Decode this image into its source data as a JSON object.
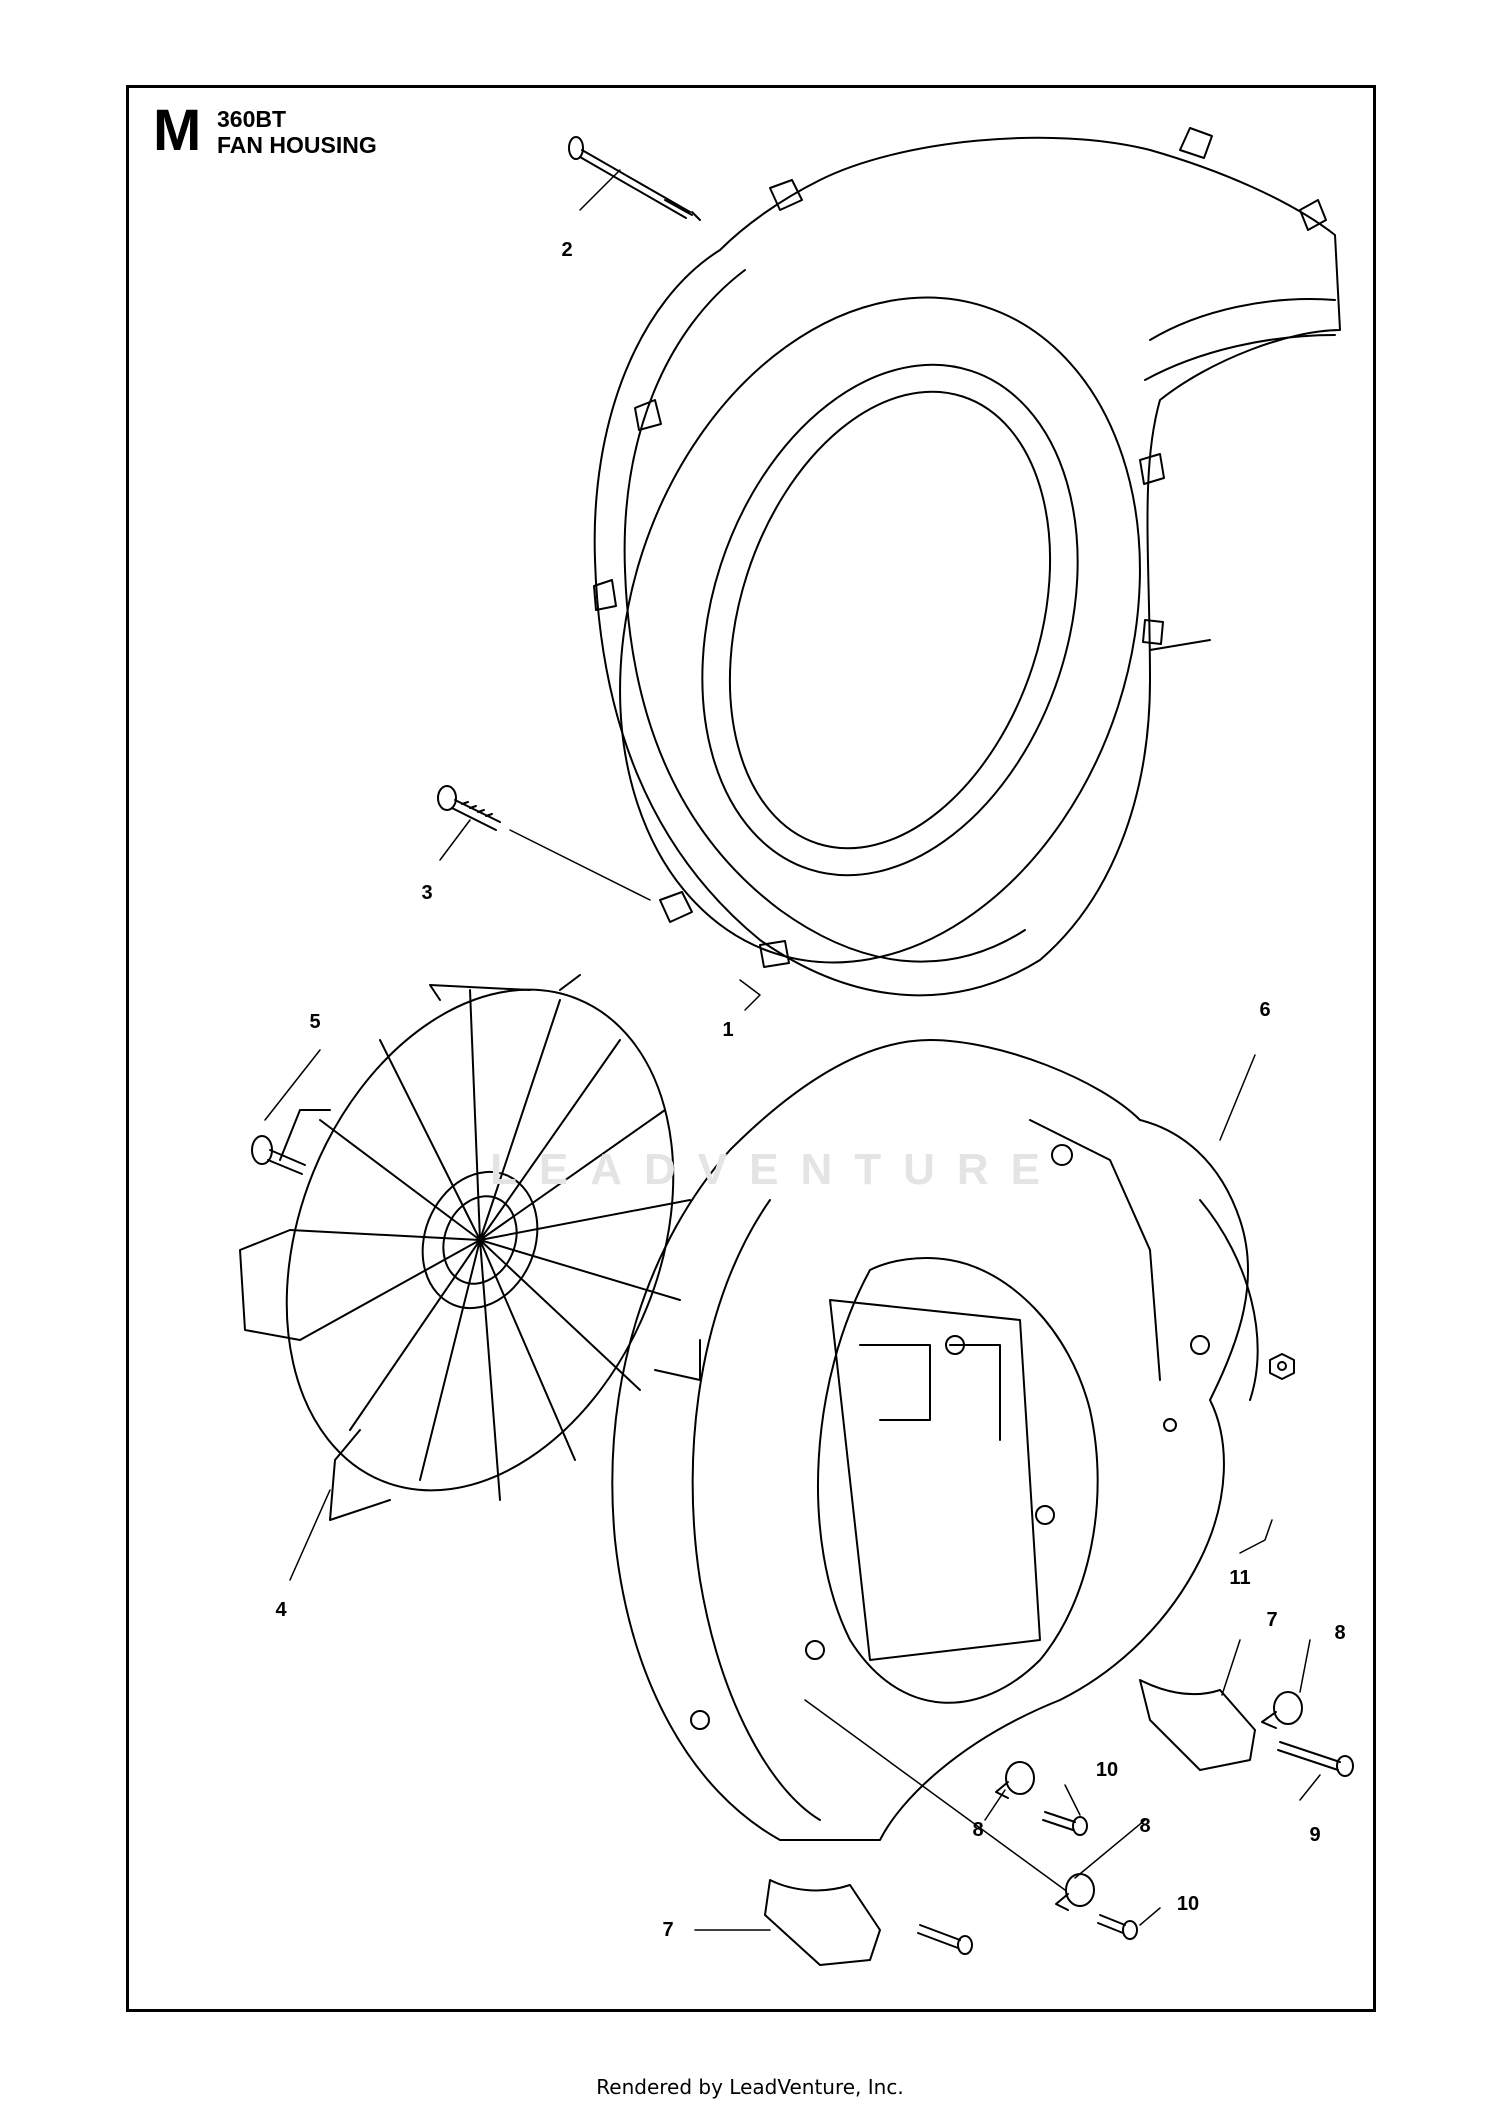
{
  "header": {
    "section_letter": "M",
    "model": "360BT",
    "title": "FAN HOUSING"
  },
  "callouts": [
    {
      "id": "c1",
      "label": "1"
    },
    {
      "id": "c2",
      "label": "2"
    },
    {
      "id": "c3",
      "label": "3"
    },
    {
      "id": "c4",
      "label": "4"
    },
    {
      "id": "c5",
      "label": "5"
    },
    {
      "id": "c6",
      "label": "6"
    },
    {
      "id": "c7a",
      "label": "7"
    },
    {
      "id": "c7b",
      "label": "7"
    },
    {
      "id": "c8a",
      "label": "8"
    },
    {
      "id": "c8b",
      "label": "8"
    },
    {
      "id": "c8c",
      "label": "8"
    },
    {
      "id": "c9",
      "label": "9"
    },
    {
      "id": "c10a",
      "label": "10"
    },
    {
      "id": "c10b",
      "label": "10"
    },
    {
      "id": "c11",
      "label": "11"
    }
  ],
  "watermark": "LEADVENTURE",
  "footer": "Rendered by LeadVenture, Inc."
}
